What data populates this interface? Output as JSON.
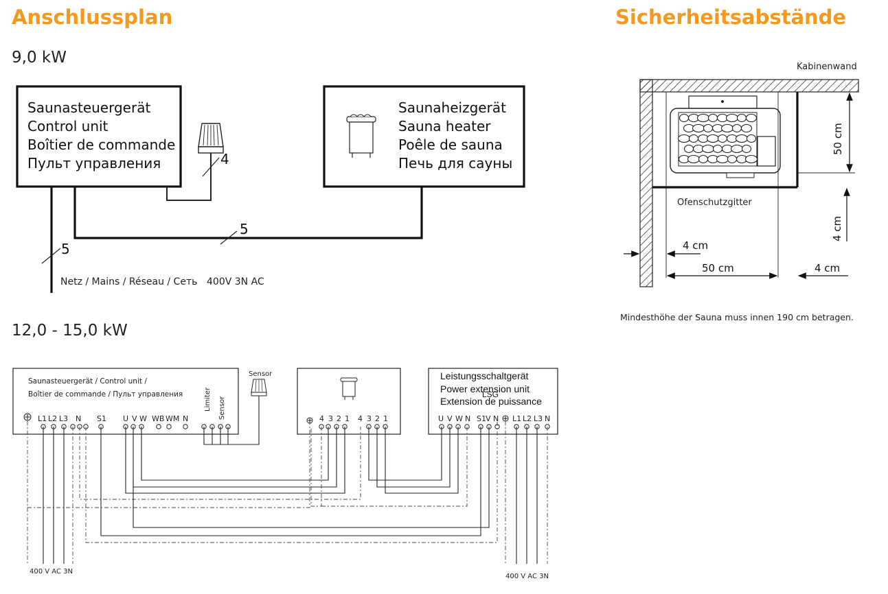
{
  "titles": {
    "left": "Anschlussplan",
    "right": "Sicherheitsabstände"
  },
  "section1": {
    "power": "9,0 kW",
    "control_unit": [
      "Saunasteuergerät",
      "Control unit",
      "Boîtier de commande",
      "Пульт управления"
    ],
    "heater": [
      "Saunaheizgerät",
      "Sauna heater",
      "Poêle de sauna",
      "Печь для сауны"
    ],
    "wire_sensor": "4",
    "wire_heater": "5",
    "wire_mains": "5",
    "mains_label": "Netz / Mains / Réseau / Сеть",
    "mains_voltage": "400V 3N AC"
  },
  "section2": {
    "power": "12,0 - 15,0 kW",
    "control_unit_line1": "Saunasteuergerät / Control unit /",
    "control_unit_line2": "Boîtier de commande / Пульт управления",
    "sensor_label": "Sensor",
    "limiter_label": "Limiter",
    "sensor_term_label": "Sensor",
    "control_terminals": [
      "L1",
      "L2",
      "L3",
      "N",
      "S1",
      "U",
      "V",
      "W",
      "WB",
      "WM",
      "N"
    ],
    "heater_terminals": [
      "4",
      "3",
      "2",
      "1",
      "4",
      "3",
      "2",
      "1"
    ],
    "lsg_line1": "Leistungsschaltgerät",
    "lsg_line2": "Power extension unit",
    "lsg_line3": "Extension de puissance",
    "lsg_short": "LSG",
    "lsg_terminals": [
      "U",
      "V",
      "W",
      "N",
      "S1",
      "V",
      "N",
      "L1",
      "L2",
      "L3",
      "N"
    ],
    "supply_left": "400 V AC 3N",
    "supply_right": "400 V AC 3N"
  },
  "safety": {
    "wall_label": "Kabinenwand",
    "guard_label": "Ofenschutzgitter",
    "dim_top": "50 cm",
    "dim_side": "4 cm",
    "dim_wall": "4 cm",
    "dim_width": "50 cm",
    "dim_gap": "4 cm",
    "note": "Mindesthöhe der Sauna muss innen 190 cm betragen."
  }
}
